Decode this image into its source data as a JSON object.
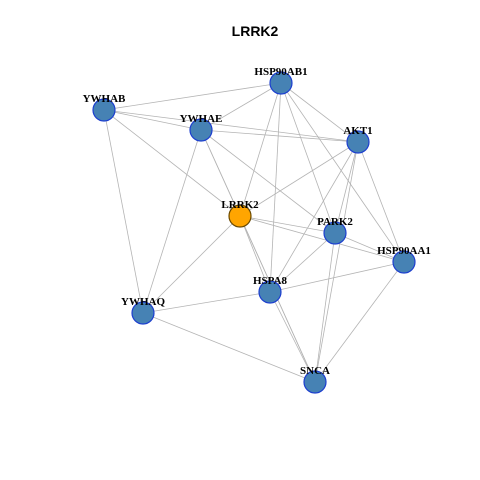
{
  "title": "LRRK2",
  "colors": {
    "node_fill": "#4682b4",
    "node_stroke": "#1d3fcf",
    "focus_fill": "#ffa500",
    "focus_stroke": "#6b4a00",
    "edge": "#b4b4b4"
  },
  "nodes": [
    {
      "id": "HSP90AB1",
      "label": "HSP90AB1",
      "focus": false
    },
    {
      "id": "YWHAB",
      "label": "YWHAB",
      "focus": false
    },
    {
      "id": "YWHAE",
      "label": "YWHAE",
      "focus": false
    },
    {
      "id": "AKT1",
      "label": "AKT1",
      "focus": false
    },
    {
      "id": "LRRK2",
      "label": "LRRK2",
      "focus": true
    },
    {
      "id": "PARK2",
      "label": "PARK2",
      "focus": false
    },
    {
      "id": "HSP90AA1",
      "label": "HSP90AA1",
      "focus": false
    },
    {
      "id": "HSPA8",
      "label": "HSPA8",
      "focus": false
    },
    {
      "id": "YWHAQ",
      "label": "YWHAQ",
      "focus": false
    },
    {
      "id": "SNCA",
      "label": "SNCA",
      "focus": false
    }
  ],
  "edges": [
    [
      "YWHAB",
      "HSP90AB1"
    ],
    [
      "YWHAB",
      "YWHAE"
    ],
    [
      "YWHAB",
      "AKT1"
    ],
    [
      "YWHAB",
      "LRRK2"
    ],
    [
      "YWHAB",
      "YWHAQ"
    ],
    [
      "HSP90AB1",
      "YWHAE"
    ],
    [
      "HSP90AB1",
      "AKT1"
    ],
    [
      "HSP90AB1",
      "LRRK2"
    ],
    [
      "HSP90AB1",
      "HSPA8"
    ],
    [
      "HSP90AB1",
      "PARK2"
    ],
    [
      "HSP90AB1",
      "HSP90AA1"
    ],
    [
      "YWHAE",
      "AKT1"
    ],
    [
      "YWHAE",
      "LRRK2"
    ],
    [
      "YWHAE",
      "YWHAQ"
    ],
    [
      "YWHAE",
      "PARK2"
    ],
    [
      "YWHAE",
      "SNCA"
    ],
    [
      "AKT1",
      "LRRK2"
    ],
    [
      "AKT1",
      "PARK2"
    ],
    [
      "AKT1",
      "HSP90AA1"
    ],
    [
      "AKT1",
      "HSPA8"
    ],
    [
      "AKT1",
      "SNCA"
    ],
    [
      "LRRK2",
      "PARK2"
    ],
    [
      "LRRK2",
      "HSP90AA1"
    ],
    [
      "LRRK2",
      "HSPA8"
    ],
    [
      "LRRK2",
      "YWHAQ"
    ],
    [
      "LRRK2",
      "SNCA"
    ],
    [
      "PARK2",
      "HSP90AA1"
    ],
    [
      "PARK2",
      "HSPA8"
    ],
    [
      "PARK2",
      "SNCA"
    ],
    [
      "HSP90AA1",
      "HSPA8"
    ],
    [
      "HSP90AA1",
      "SNCA"
    ],
    [
      "HSPA8",
      "YWHAQ"
    ],
    [
      "HSPA8",
      "SNCA"
    ],
    [
      "YWHAQ",
      "SNCA"
    ]
  ]
}
